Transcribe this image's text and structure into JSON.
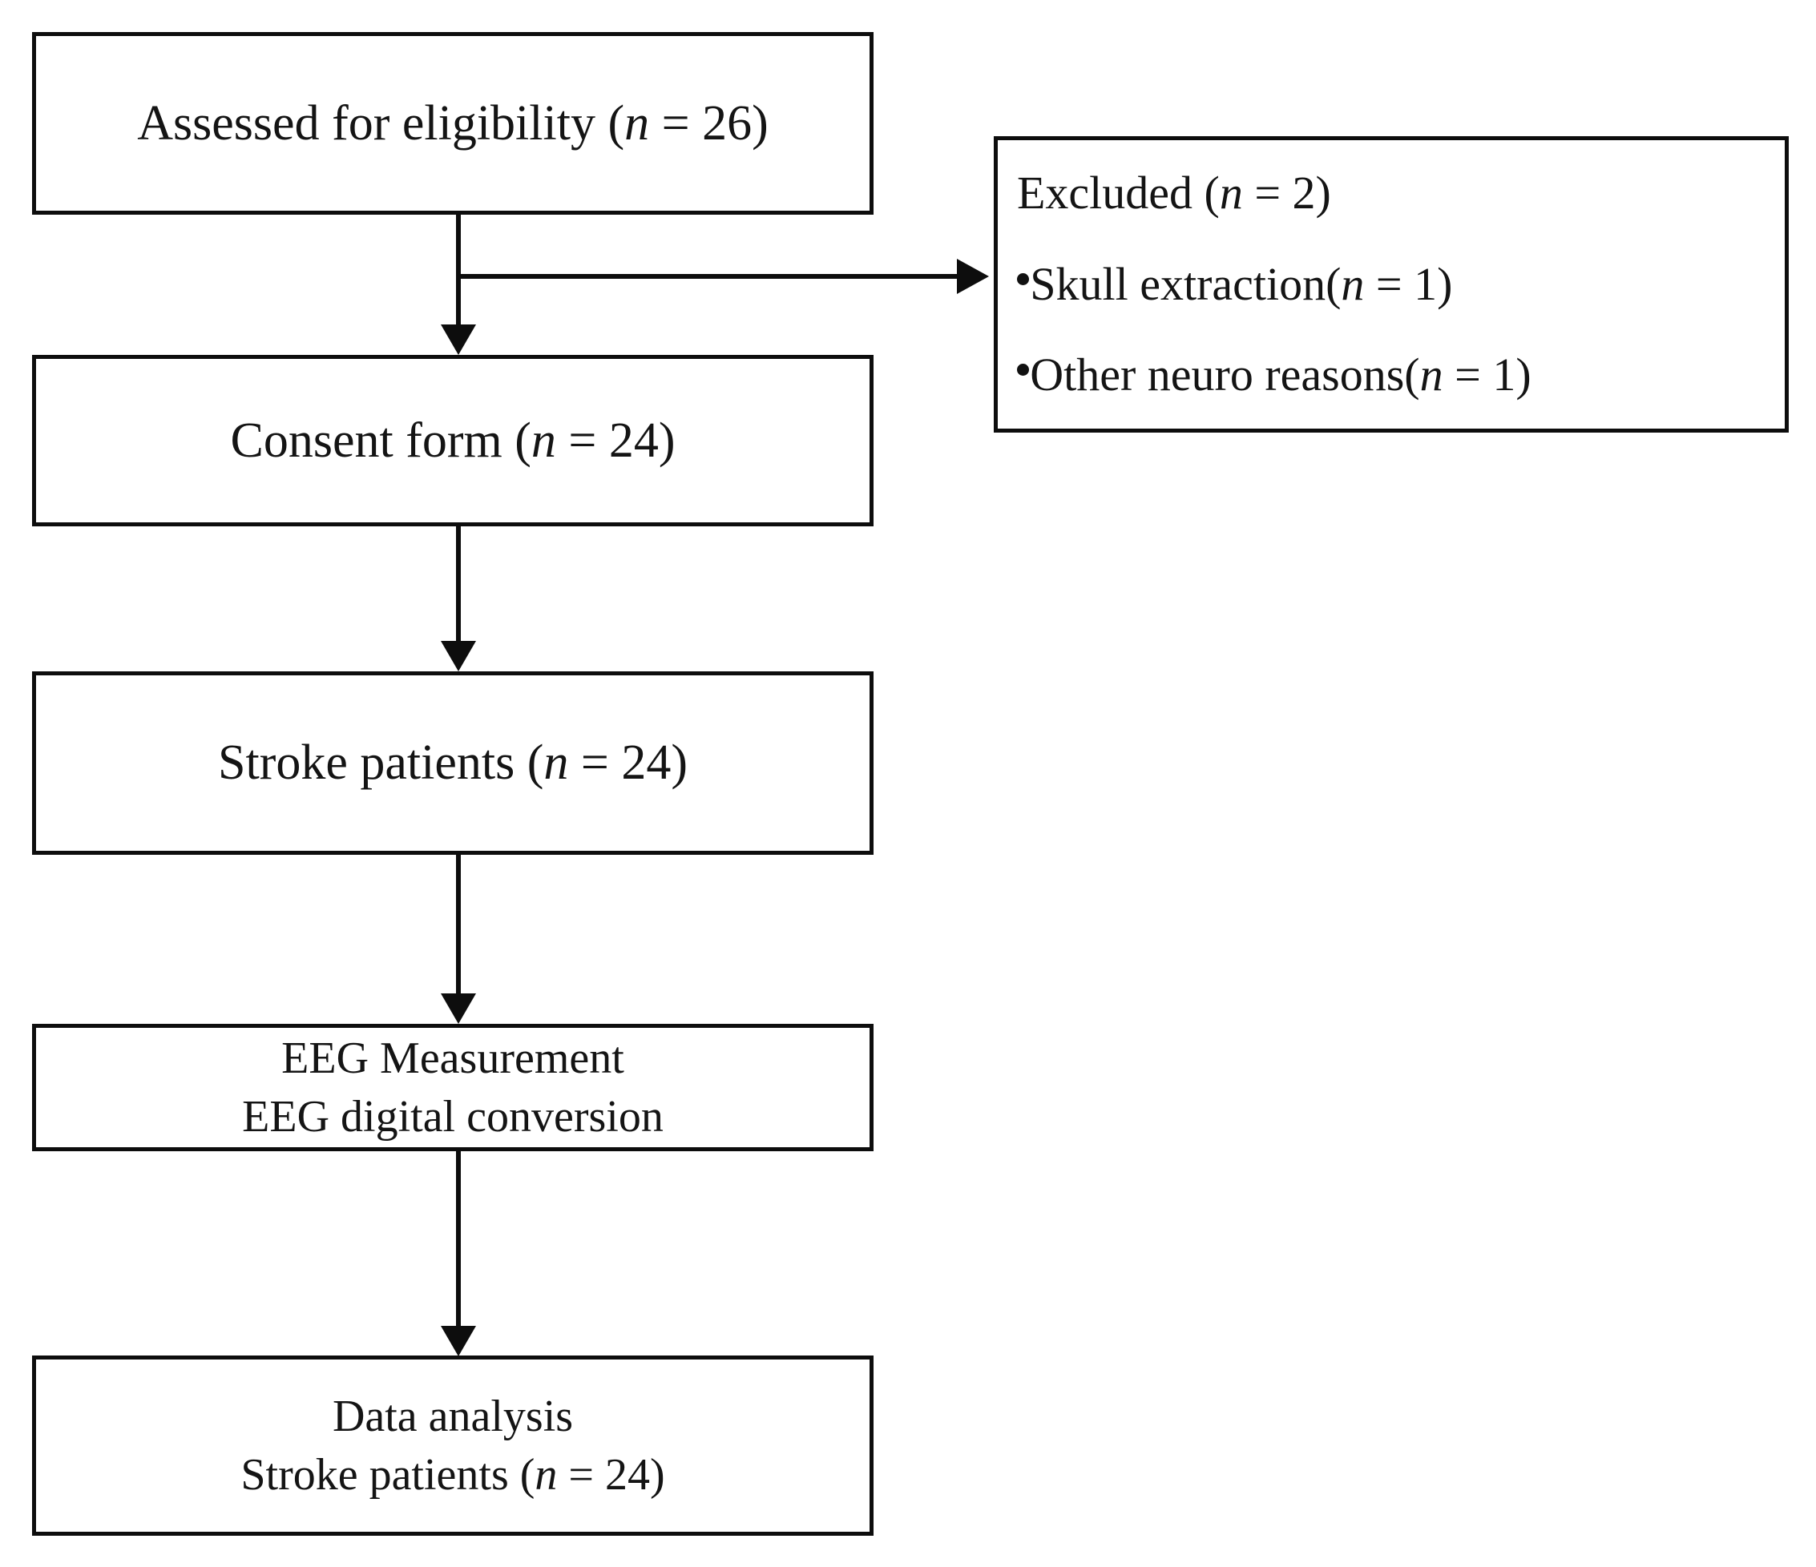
{
  "diagram": {
    "type": "flowchart",
    "title": "Participant enrollment flow diagram",
    "orientation": "top-to-bottom",
    "colors": {
      "stroke": "#0d0d0d",
      "background": "#ffffff",
      "text": "#141414"
    },
    "nodes": [
      {
        "id": "eligibility",
        "lines": [
          {
            "prefix": "Assessed for eligibility (",
            "italic": "n",
            "suffix": " = 26)"
          }
        ]
      },
      {
        "id": "excluded",
        "lines": [
          {
            "bullet": false,
            "prefix": "Excluded (",
            "italic": "n",
            "suffix": " = 2)"
          },
          {
            "bullet": true,
            "prefix": "Skull extraction(",
            "italic": "n",
            "suffix": " = 1)"
          },
          {
            "bullet": true,
            "prefix": "Other neuro reasons(",
            "italic": "n",
            "suffix": " = 1)"
          }
        ]
      },
      {
        "id": "consent",
        "lines": [
          {
            "prefix": "Consent form (",
            "italic": "n",
            "suffix": " = 24)"
          }
        ]
      },
      {
        "id": "stroke",
        "lines": [
          {
            "prefix": "Stroke patients (",
            "italic": "n",
            "suffix": " = 24)"
          }
        ]
      },
      {
        "id": "eeg",
        "lines": [
          {
            "prefix": "EEG Measurement",
            "italic": "",
            "suffix": ""
          },
          {
            "prefix": "EEG digital conversion",
            "italic": "",
            "suffix": ""
          }
        ]
      },
      {
        "id": "analysis",
        "lines": [
          {
            "prefix": "Data analysis",
            "italic": "",
            "suffix": ""
          },
          {
            "prefix": "Stroke patients (",
            "italic": "n",
            "suffix": " = 24)"
          }
        ]
      }
    ],
    "edges": [
      {
        "from": "eligibility",
        "to": "excluded",
        "direction": "right"
      },
      {
        "from": "eligibility",
        "to": "consent",
        "direction": "down"
      },
      {
        "from": "consent",
        "to": "stroke",
        "direction": "down"
      },
      {
        "from": "stroke",
        "to": "eeg",
        "direction": "down"
      },
      {
        "from": "eeg",
        "to": "analysis",
        "direction": "down"
      }
    ]
  },
  "text": {
    "eligibility_l1_pre": "Assessed for eligibility (",
    "eligibility_l1_it": "n",
    "eligibility_l1_post": " = 26)",
    "excluded_l1_pre": "Excluded (",
    "excluded_l1_it": "n",
    "excluded_l1_post": " = 2)",
    "excluded_l2_pre": "Skull extraction(",
    "excluded_l2_it": "n",
    "excluded_l2_post": " = 1)",
    "excluded_l3_pre": "Other neuro reasons(",
    "excluded_l3_it": "n",
    "excluded_l3_post": " = 1)",
    "consent_l1_pre": "Consent form (",
    "consent_l1_it": "n",
    "consent_l1_post": " = 24)",
    "stroke_l1_pre": "Stroke patients (",
    "stroke_l1_it": "n",
    "stroke_l1_post": " = 24)",
    "eeg_l1": "EEG Measurement",
    "eeg_l2": "EEG digital conversion",
    "analysis_l1": "Data analysis",
    "analysis_l2_pre": "Stroke patients (",
    "analysis_l2_it": "n",
    "analysis_l2_post": " = 24)"
  }
}
